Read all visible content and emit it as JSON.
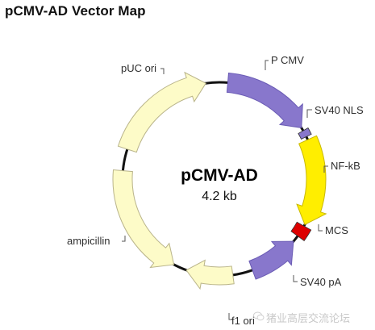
{
  "title": "pCMV-AD Vector Map",
  "plasmid": {
    "name": "pCMV-AD",
    "size": "4.2 kb"
  },
  "features": [
    {
      "id": "p-cmv",
      "label": "P CMV",
      "color": "#8877cc"
    },
    {
      "id": "sv40-nls",
      "label": "SV40 NLS",
      "color": "#8877cc"
    },
    {
      "id": "nf-kb",
      "label": "NF-kB",
      "color": "#ffee00"
    },
    {
      "id": "mcs",
      "label": "MCS",
      "color": "#dd0000"
    },
    {
      "id": "sv40-pa",
      "label": "SV40 pA",
      "color": "#8877cc"
    },
    {
      "id": "f1-ori",
      "label": "f1 ori",
      "color": "#fdfbc8"
    },
    {
      "id": "ampicillin",
      "label": "ampicillin",
      "color": "#fdfbc8"
    },
    {
      "id": "puc-ori",
      "label": "pUC ori",
      "color": "#fdfbc8"
    }
  ],
  "watermark": {
    "text": "猪业高层交流论坛",
    "icon": "wechat-icon"
  }
}
